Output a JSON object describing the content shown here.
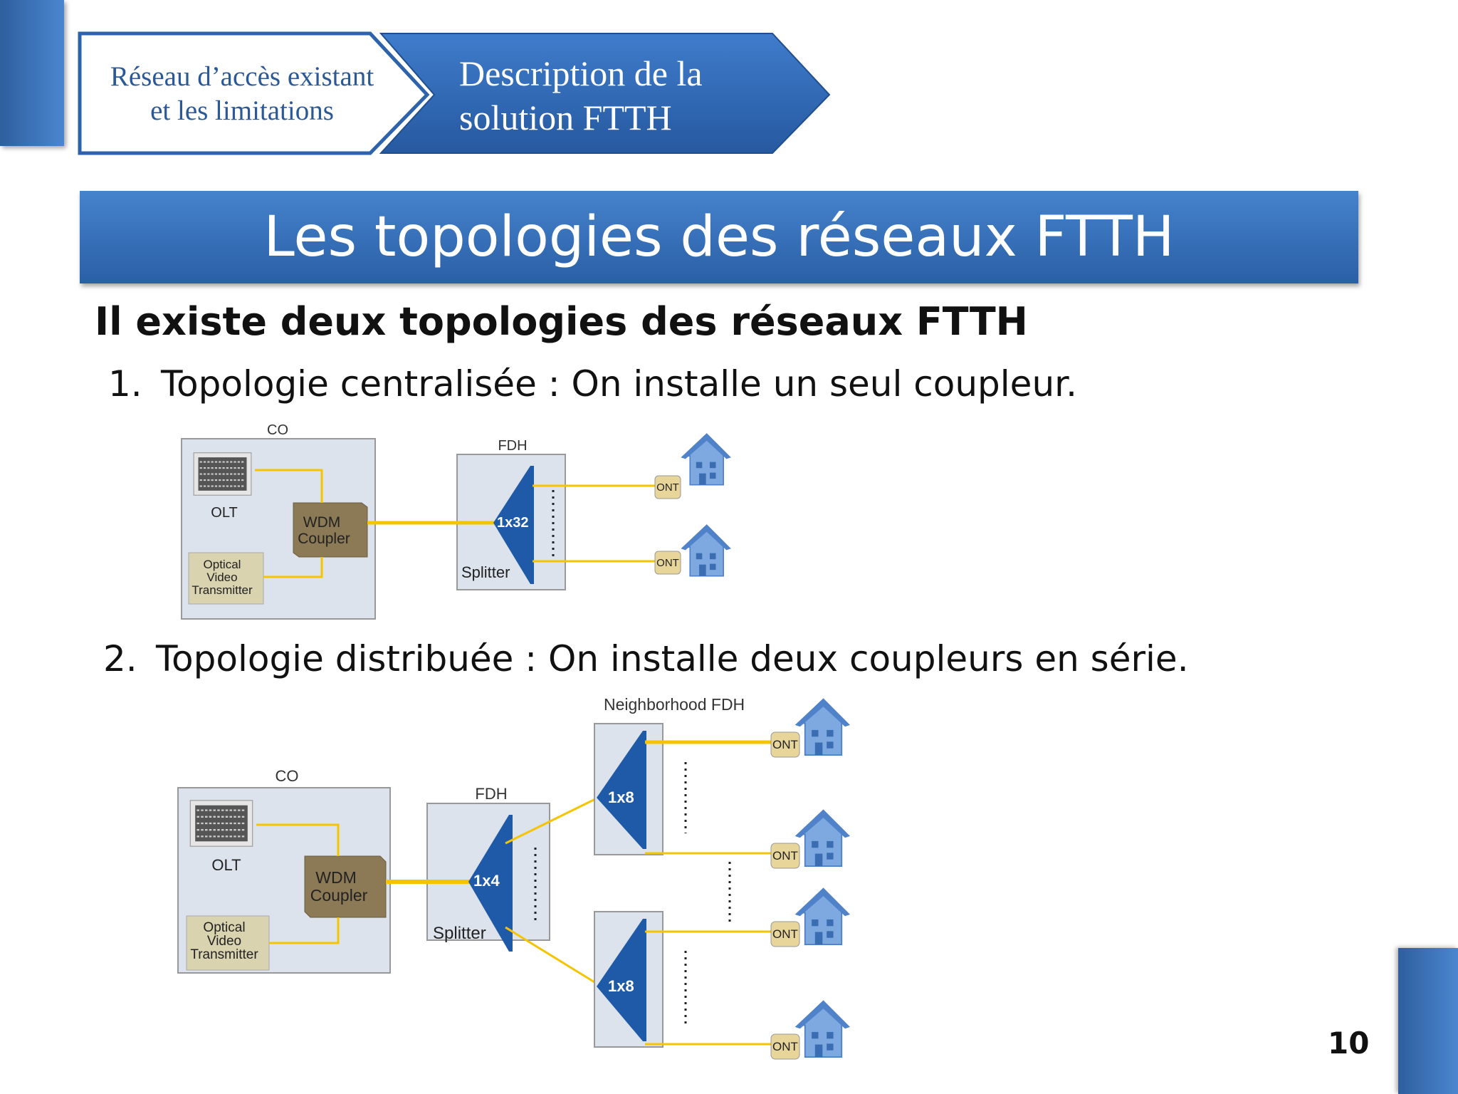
{
  "nav": {
    "step1_line1": "Réseau d’accès existant",
    "step1_line2": "et les limitations",
    "step2_line1": "Description de la",
    "step2_line2": "solution FTTH"
  },
  "slide": {
    "title": "Les topologies des réseaux FTTH",
    "subtitle": "Il existe deux topologies des réseaux FTTH",
    "items": [
      {
        "num": "1.",
        "text": "Topologie centralisée : On installe un seul coupleur."
      },
      {
        "num": "2.",
        "text": "Topologie distribuée : On installe deux coupleurs en série."
      }
    ],
    "page_number": "10"
  },
  "diagram1": {
    "co_label": "CO",
    "olt_label": "OLT",
    "wdm_line1": "WDM",
    "wdm_line2": "Coupler",
    "ovt_line1": "Optical",
    "ovt_line2": "Video",
    "ovt_line3": "Transmitter",
    "fdh_label": "FDH",
    "splitter_ratio": "1x32",
    "splitter_label": "Splitter",
    "ont_label": "ONT"
  },
  "diagram2": {
    "co_label": "CO",
    "olt_label": "OLT",
    "wdm_line1": "WDM",
    "wdm_line2": "Coupler",
    "ovt_line1": "Optical",
    "ovt_line2": "Video",
    "ovt_line3": "Transmitter",
    "fdh_label": "FDH",
    "splitter_ratio": "1x4",
    "splitter_label": "Splitter",
    "neighborhood_label": "Neighborhood FDH",
    "sub_splitter_ratio": "1x8",
    "ont_label": "ONT"
  },
  "colors": {
    "theme_blue": "#2e63ab",
    "fiber_yellow": "#f5c400",
    "wdm_brown": "#8b7a55",
    "ont_tan": "#e8d59a",
    "house_blue": "#6e9bd8"
  }
}
